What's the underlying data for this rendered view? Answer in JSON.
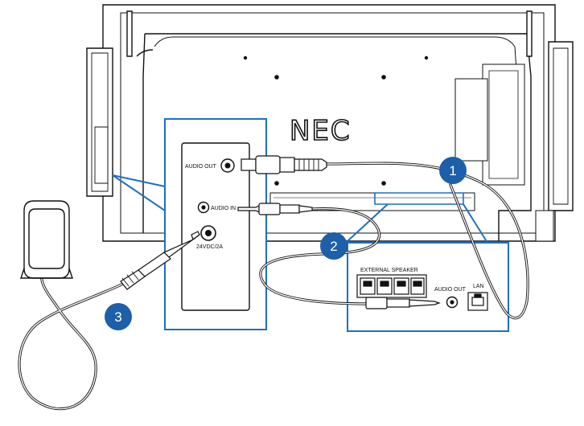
{
  "brand": {
    "logo_text": "NEC"
  },
  "connection_panel": {
    "audio_out_label": "AUDIO OUT",
    "audio_in_label": "AUDIO IN",
    "power_label": "24VDC/2A"
  },
  "detail_panel": {
    "external_speaker_label": "EXTERNAL SPEAKER",
    "audio_out_label": "AUDIO OUT",
    "lan_label": "LAN"
  },
  "callouts": [
    {
      "number": "1"
    },
    {
      "number": "2"
    },
    {
      "number": "3"
    }
  ],
  "colors": {
    "accent_blue": "#1f6fc1",
    "callout_blue": "#1d5fa8",
    "line": "#111111"
  }
}
